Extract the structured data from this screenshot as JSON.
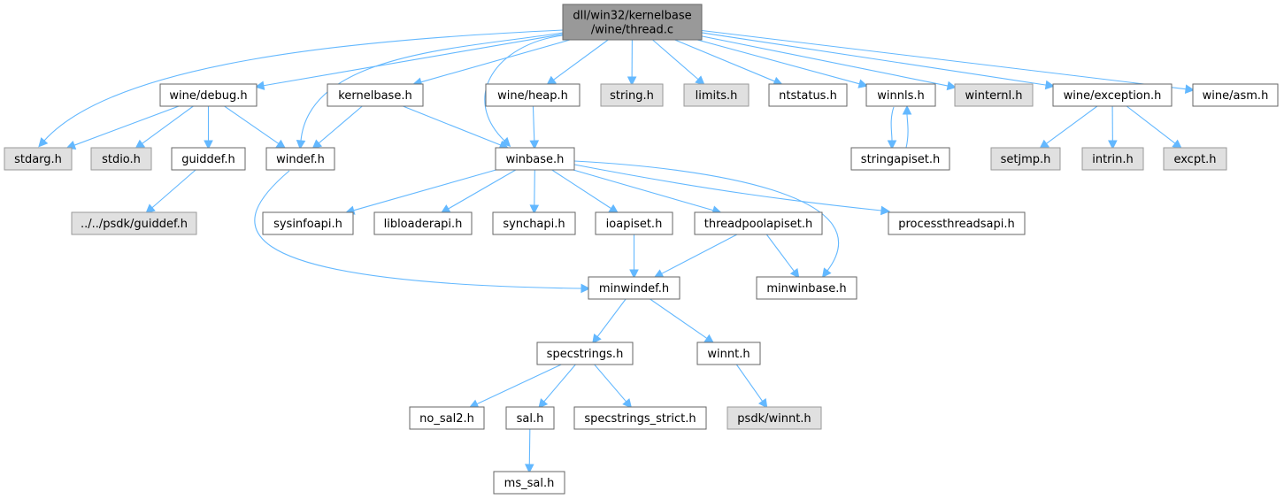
{
  "title": "dll/win32/kernelbase/wine/thread.c include dependency graph",
  "colors": {
    "edge": "#63b8ff",
    "root_fill": "#999999",
    "normal_fill": "#ffffff",
    "external_fill": "#e0e0e0"
  },
  "nodes": [
    {
      "id": "root",
      "label": [
        "dll/win32/kernelbase",
        "/wine/thread.c"
      ],
      "kind": "root"
    },
    {
      "id": "wine_debug",
      "label": [
        "wine/debug.h"
      ],
      "kind": "normal"
    },
    {
      "id": "kernelbase",
      "label": [
        "kernelbase.h"
      ],
      "kind": "normal"
    },
    {
      "id": "wine_heap",
      "label": [
        "wine/heap.h"
      ],
      "kind": "normal"
    },
    {
      "id": "string",
      "label": [
        "string.h"
      ],
      "kind": "external"
    },
    {
      "id": "limits",
      "label": [
        "limits.h"
      ],
      "kind": "external"
    },
    {
      "id": "ntstatus",
      "label": [
        "ntstatus.h"
      ],
      "kind": "normal"
    },
    {
      "id": "winnls",
      "label": [
        "winnls.h"
      ],
      "kind": "normal"
    },
    {
      "id": "winternl",
      "label": [
        "winternl.h"
      ],
      "kind": "external"
    },
    {
      "id": "wine_exception",
      "label": [
        "wine/exception.h"
      ],
      "kind": "normal"
    },
    {
      "id": "wine_asm",
      "label": [
        "wine/asm.h"
      ],
      "kind": "normal"
    },
    {
      "id": "stdarg",
      "label": [
        "stdarg.h"
      ],
      "kind": "external"
    },
    {
      "id": "stdio",
      "label": [
        "stdio.h"
      ],
      "kind": "external"
    },
    {
      "id": "guiddef",
      "label": [
        "guiddef.h"
      ],
      "kind": "normal"
    },
    {
      "id": "windef",
      "label": [
        "windef.h"
      ],
      "kind": "normal"
    },
    {
      "id": "winbase",
      "label": [
        "winbase.h"
      ],
      "kind": "normal"
    },
    {
      "id": "stringapiset",
      "label": [
        "stringapiset.h"
      ],
      "kind": "normal"
    },
    {
      "id": "setjmp",
      "label": [
        "setjmp.h"
      ],
      "kind": "external"
    },
    {
      "id": "intrin",
      "label": [
        "intrin.h"
      ],
      "kind": "external"
    },
    {
      "id": "excpt",
      "label": [
        "excpt.h"
      ],
      "kind": "external"
    },
    {
      "id": "psdk_guiddef",
      "label": [
        "../../psdk/guiddef.h"
      ],
      "kind": "external"
    },
    {
      "id": "sysinfoapi",
      "label": [
        "sysinfoapi.h"
      ],
      "kind": "normal"
    },
    {
      "id": "libloaderapi",
      "label": [
        "libloaderapi.h"
      ],
      "kind": "normal"
    },
    {
      "id": "synchapi",
      "label": [
        "synchapi.h"
      ],
      "kind": "normal"
    },
    {
      "id": "ioapiset",
      "label": [
        "ioapiset.h"
      ],
      "kind": "normal"
    },
    {
      "id": "threadpoolapiset",
      "label": [
        "threadpoolapiset.h"
      ],
      "kind": "normal"
    },
    {
      "id": "processthreadsapi",
      "label": [
        "processthreadsapi.h"
      ],
      "kind": "normal"
    },
    {
      "id": "minwindef",
      "label": [
        "minwindef.h"
      ],
      "kind": "normal"
    },
    {
      "id": "minwinbase",
      "label": [
        "minwinbase.h"
      ],
      "kind": "normal"
    },
    {
      "id": "specstrings",
      "label": [
        "specstrings.h"
      ],
      "kind": "normal"
    },
    {
      "id": "winnt",
      "label": [
        "winnt.h"
      ],
      "kind": "normal"
    },
    {
      "id": "no_sal2",
      "label": [
        "no_sal2.h"
      ],
      "kind": "normal"
    },
    {
      "id": "sal",
      "label": [
        "sal.h"
      ],
      "kind": "normal"
    },
    {
      "id": "specstrings_strict",
      "label": [
        "specstrings_strict.h"
      ],
      "kind": "normal"
    },
    {
      "id": "psdk_winnt",
      "label": [
        "psdk/winnt.h"
      ],
      "kind": "external"
    },
    {
      "id": "ms_sal",
      "label": [
        "ms_sal.h"
      ],
      "kind": "normal"
    }
  ],
  "edges": [
    [
      "root",
      "wine_debug"
    ],
    [
      "root",
      "kernelbase"
    ],
    [
      "root",
      "wine_heap"
    ],
    [
      "root",
      "string"
    ],
    [
      "root",
      "limits"
    ],
    [
      "root",
      "ntstatus"
    ],
    [
      "root",
      "winnls"
    ],
    [
      "root",
      "winternl"
    ],
    [
      "root",
      "wine_exception"
    ],
    [
      "root",
      "wine_asm"
    ],
    [
      "root",
      "stdarg"
    ],
    [
      "root",
      "windef"
    ],
    [
      "root",
      "winbase"
    ],
    [
      "wine_debug",
      "stdarg"
    ],
    [
      "wine_debug",
      "stdio"
    ],
    [
      "wine_debug",
      "guiddef"
    ],
    [
      "wine_debug",
      "windef"
    ],
    [
      "kernelbase",
      "windef"
    ],
    [
      "kernelbase",
      "winbase"
    ],
    [
      "wine_heap",
      "winbase"
    ],
    [
      "winnls",
      "stringapiset"
    ],
    [
      "stringapiset",
      "winnls"
    ],
    [
      "wine_exception",
      "setjmp"
    ],
    [
      "wine_exception",
      "intrin"
    ],
    [
      "wine_exception",
      "excpt"
    ],
    [
      "guiddef",
      "psdk_guiddef"
    ],
    [
      "windef",
      "minwindef"
    ],
    [
      "winbase",
      "sysinfoapi"
    ],
    [
      "winbase",
      "libloaderapi"
    ],
    [
      "winbase",
      "synchapi"
    ],
    [
      "winbase",
      "ioapiset"
    ],
    [
      "winbase",
      "threadpoolapiset"
    ],
    [
      "winbase",
      "processthreadsapi"
    ],
    [
      "winbase",
      "minwinbase"
    ],
    [
      "ioapiset",
      "minwindef"
    ],
    [
      "threadpoolapiset",
      "minwindef"
    ],
    [
      "threadpoolapiset",
      "minwinbase"
    ],
    [
      "minwindef",
      "specstrings"
    ],
    [
      "minwindef",
      "winnt"
    ],
    [
      "specstrings",
      "no_sal2"
    ],
    [
      "specstrings",
      "sal"
    ],
    [
      "specstrings",
      "specstrings_strict"
    ],
    [
      "winnt",
      "psdk_winnt"
    ],
    [
      "sal",
      "ms_sal"
    ]
  ]
}
